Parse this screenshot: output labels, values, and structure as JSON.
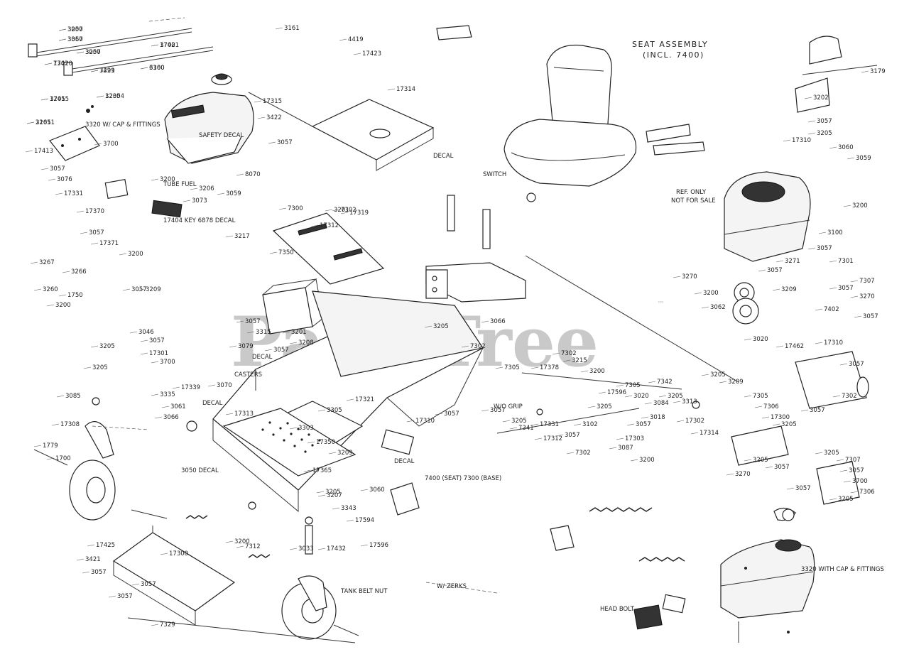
{
  "watermark": {
    "text": "PartsTree",
    "tm": "™"
  },
  "section_titles": {
    "seat_assembly": "SEAT ASSEMBLY",
    "seat_assembly_part": "(INCL. 7400)",
    "ref_only": "REF. ONLY",
    "not_for_sale": "NOT FOR SALE"
  },
  "callouts": [
    "3200",
    "3360",
    "3200",
    "17421",
    "7299",
    "3360",
    "17420",
    "12304",
    "17415",
    "21611",
    "17413",
    "3700",
    "3057",
    "3076",
    "3200",
    "17331",
    "17370",
    "3057",
    "3267",
    "3260",
    "1750",
    "3266",
    "3200",
    "17371",
    "3200",
    "3057",
    "3209",
    "3046",
    "3057",
    "3205",
    "17301",
    "3700",
    "3205",
    "3085",
    "17308",
    "1779",
    "1700",
    "3421",
    "3057",
    "17425",
    "3057",
    "17300",
    "3057",
    "7329",
    "3200",
    "7312",
    "3161",
    "4419",
    "17315",
    "17423",
    "3422",
    "3057",
    "17314",
    "17319",
    "17312",
    "7302",
    "3217",
    "8070",
    "3059",
    "3206",
    "3073",
    "7350",
    "7300",
    "3201",
    "3335",
    "3061",
    "3066",
    "17339",
    "3070",
    "17313",
    "3303",
    "3305",
    "17321",
    "17350",
    "3209",
    "3060",
    "3205",
    "3343",
    "17594",
    "17432",
    "17596",
    "3033",
    "17365",
    "3207",
    "3057",
    "3201",
    "3208",
    "3057",
    "3079",
    "3315",
    "17310",
    "3205",
    "3057",
    "3066",
    "7302",
    "7305",
    "17378",
    "7302",
    "3215",
    "3200",
    "17596",
    "7305",
    "3020",
    "3084",
    "3057",
    "17303",
    "3087",
    "3200",
    "3205",
    "3057",
    "7341",
    "17331",
    "17312",
    "3057",
    "3102",
    "7302",
    "3205",
    "3018",
    "7342",
    "3205",
    "3313",
    "17302",
    "17314",
    "3205",
    "3209",
    "7305",
    "7306",
    "17300",
    "3205",
    "3205",
    "3270",
    "3057",
    "3057",
    "3205",
    "7307",
    "3057",
    "3700",
    "7306",
    "3205",
    "3057",
    "7302",
    "3057",
    "17310",
    "3209",
    "3057",
    "3270",
    "7402",
    "3057",
    "17462",
    "3020",
    "3062",
    "3200",
    "3270",
    "3057",
    "3271",
    "3057",
    "7301",
    "7307",
    "3100",
    "3200",
    "3202",
    "3057",
    "3205",
    "17310",
    "3060",
    "3059",
    "3179",
    "3057",
    "3057",
    "3057",
    "3700",
    "3421",
    "6100",
    "7302",
    "3205",
    "3205",
    "3205"
  ],
  "notes": [
    "3320 WITH CAP & FITTINGS",
    "SAFETY DECAL",
    "DECAL",
    "17404 KEY 6878 DECAL",
    "DECAL",
    "CASTERS",
    "DECAL",
    "3050 DECAL",
    "DECAL",
    "7400 (SEAT) 7300 (BASE)",
    "W/ ZERKS",
    "W/O GRIP",
    "SWITCH",
    "TANK BELT NUT",
    "TUBE FUEL",
    "HEAD BOLT",
    "3320 W/ CAP & FITTINGS"
  ]
}
